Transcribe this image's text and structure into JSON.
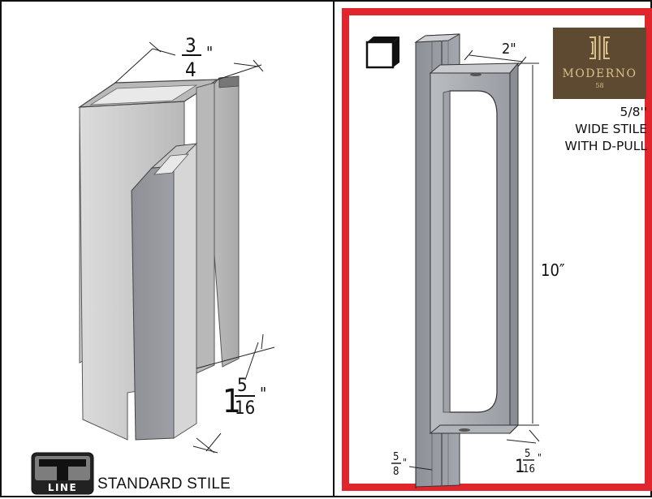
{
  "left": {
    "width_dim": {
      "numerator": "3",
      "denominator": "4",
      "unit": "\""
    },
    "depth_dim": {
      "whole": "1",
      "numerator": "5",
      "denominator": "16",
      "unit": "\""
    },
    "caption": "STANDARD STILE",
    "logo_text": "LINE"
  },
  "right": {
    "width_dim": "2\"",
    "height_dim": "10″",
    "stile_dim": {
      "numerator": "5",
      "denominator": "8",
      "unit": "\""
    },
    "depth_dim": {
      "whole": "1",
      "numerator": "5",
      "denominator": "16",
      "unit": "\""
    },
    "brand": {
      "name": "MODERNO",
      "number": "58"
    },
    "description": [
      "5/8''",
      "WIDE STILE",
      "WITH D-PULL"
    ]
  },
  "colors": {
    "frame_red": "#e0262c",
    "brand_bg": "#5d4a31",
    "brand_text": "#d9bf8c",
    "metal": "#8f9399"
  }
}
